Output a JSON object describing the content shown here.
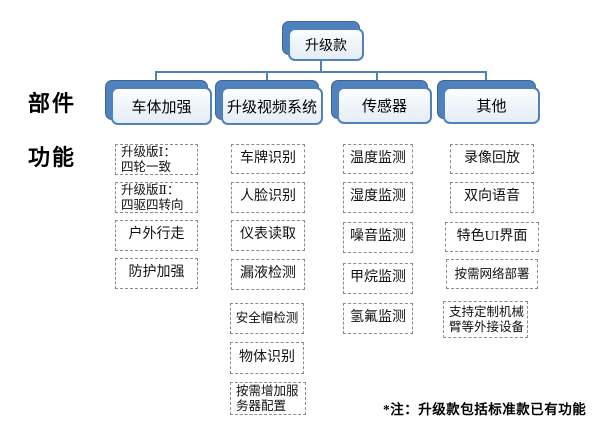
{
  "root": {
    "label": "升级款"
  },
  "row_labels": {
    "components": "部件",
    "functions": "功能"
  },
  "branches": [
    {
      "label": "车体加强",
      "items": [
        "升级版Ⅰ：\n四轮一致",
        "升级版Ⅱ：\n四驱四转向",
        "户外行走",
        "防护加强"
      ]
    },
    {
      "label": "升级视频系统",
      "items": [
        "车牌识别",
        "人脸识别",
        "仪表读取",
        "漏液检测",
        "安全帽检测",
        "物体识别",
        "按需增加服\n务器配置"
      ]
    },
    {
      "label": "传感器",
      "items": [
        "温度监测",
        "湿度监测",
        "噪音监测",
        "甲烷监测",
        "氢氟监测"
      ]
    },
    {
      "label": "其他",
      "items": [
        "录像回放",
        "双向语音",
        "特色UI界面",
        "按需网络部署",
        "支持定制机械\n臂等外接设备"
      ]
    }
  ],
  "note": "*注：升级款包括标准款已有功能",
  "colors": {
    "accent": "#4f81bd",
    "dashed_border": "#8c8c8c"
  }
}
